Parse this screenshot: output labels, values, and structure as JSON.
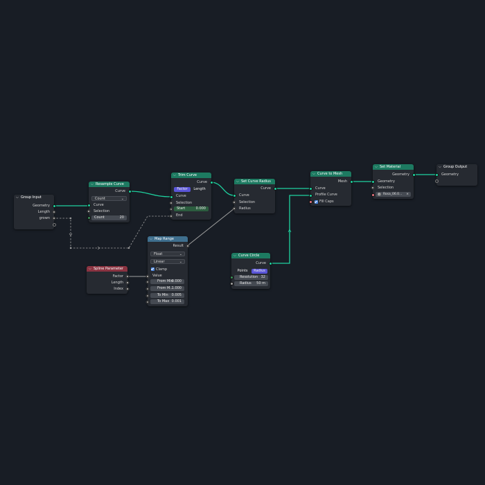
{
  "nodes": {
    "group_input": {
      "title": "Group Input",
      "outputs": [
        "Geometry",
        "Length",
        "grown"
      ]
    },
    "resample_curve": {
      "title": "Resample Curve",
      "output": "Curve",
      "mode": "Count",
      "inputs": [
        "Curve",
        "Selection"
      ],
      "count_label": "Count",
      "count_value": "20"
    },
    "trim_curve": {
      "title": "Trim Curve",
      "output": "Curve",
      "mode_factor": "Factor",
      "mode_length": "Length",
      "inputs": [
        "Curve",
        "Selection"
      ],
      "start_label": "Start",
      "start_value": "0.000",
      "end_label": "End"
    },
    "set_curve_radius": {
      "title": "Set Curve Radius",
      "output": "Curve",
      "inputs": [
        "Curve",
        "Selection",
        "Radius"
      ]
    },
    "curve_to_mesh": {
      "title": "Curve to Mesh",
      "output": "Mesh",
      "inputs": [
        "Curve",
        "Profile Curve"
      ],
      "fill_caps": "Fill Caps"
    },
    "set_material": {
      "title": "Set Material",
      "output": "Geometry",
      "inputs": [
        "Geometry",
        "Selection"
      ],
      "material": "Rosa_06.0..."
    },
    "group_output": {
      "title": "Group Output",
      "inputs": [
        "Geometry"
      ]
    },
    "map_range": {
      "title": "Map Range",
      "output": "Result",
      "data_type": "Float",
      "interpolation": "Linear",
      "clamp": "Clamp",
      "value_label": "Value",
      "from_min_label": "From Min",
      "from_min_value": "0.000",
      "from_max_label": "From M...",
      "from_max_value": "1.000",
      "to_min_label": "To Min",
      "to_min_value": "0.005",
      "to_max_label": "To Max",
      "to_max_value": "0.001"
    },
    "spline_parameter": {
      "title": "Spline Parameter",
      "outputs": [
        "Factor",
        "Length",
        "Index"
      ]
    },
    "curve_circle": {
      "title": "Curve Circle",
      "output": "Curve",
      "mode_points": "Points",
      "mode_radius": "Radius",
      "resolution_label": "Resolution",
      "resolution_value": "32",
      "radius_label": "Radius",
      "radius_value": "50 m"
    }
  },
  "colors": {
    "background": "#181d25",
    "node_body": "#262a31",
    "geometry_header": "#1d7a61",
    "converter_header": "#3f6f8e",
    "input_header": "#8a3341",
    "geometry_link": "#1ed3a0",
    "float_link": "#a1a1a1"
  }
}
